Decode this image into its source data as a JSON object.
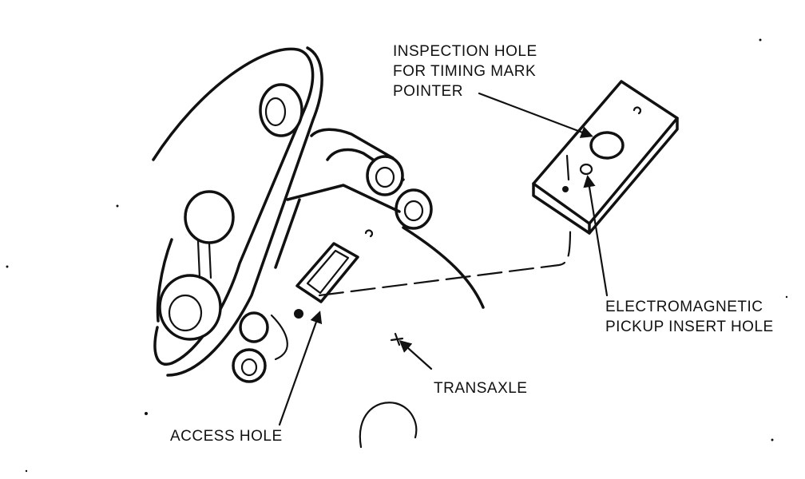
{
  "labels": {
    "inspection_hole": [
      "INSPECTION HOLE",
      "FOR TIMING MARK",
      "POINTER"
    ],
    "electromagnetic_pickup": [
      "ELECTROMAGNETIC",
      "PICKUP INSERT HOLE"
    ],
    "transaxle": "TRANSAXLE",
    "access_hole": "ACCESS HOLE"
  }
}
